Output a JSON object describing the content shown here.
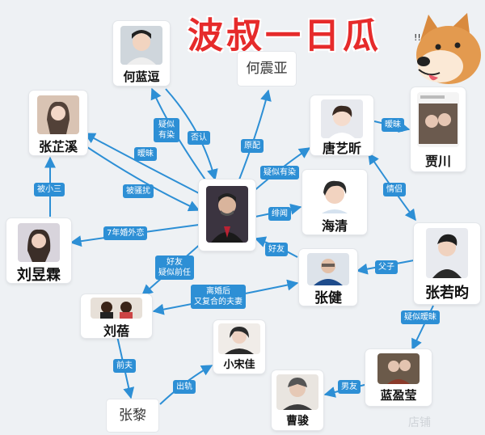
{
  "title": "波叔一日瓜",
  "watermark": "店铺",
  "colors": {
    "edge": "#2d8fd5",
    "label_bg": "#2d8fd5",
    "title": "#e62b2b"
  },
  "people": {
    "he_landou": "何蓝逗",
    "he_zhenya": "何震亚",
    "zhang_zhixi": "张芷溪",
    "tang_yixin": "唐艺昕",
    "jia_chuan": "贾川",
    "wang_xueqi": "",
    "hai_qing": "海清",
    "liu_yufei": "刘昱霖",
    "zhang_ruoyun": "张若昀",
    "zhang_jian": "张健",
    "liu_bei": "刘蓓",
    "xiao_songjia": "小宋佳",
    "zhang_li": "张黎",
    "lan_yingying": "蓝盈莹",
    "cao_jun": "曹骏"
  },
  "relations": {
    "yisi_youran_1": "疑似有染",
    "fouren": "否认",
    "yuanpei": "原配",
    "aimei_1": "暧昧",
    "bei_saorao": "被骚扰",
    "bei_xiaosan": "被小三",
    "qinian_hunwailian": "7年婚外恋",
    "yisi_youran_2": "疑似有染",
    "paiyan": "绯闻",
    "aimei_2": "暧昧",
    "qinglv": "情侣",
    "fuzi": "父子",
    "haoyou_1": "好友",
    "haoyou_qianren": "好友\n疑似前任",
    "lihunhou": "离婚后\n又复合的夫妻",
    "yisi_aimei": "疑似暧昧",
    "nanyou": "男友",
    "qianfu": "前夫",
    "chugui": "出轨"
  }
}
